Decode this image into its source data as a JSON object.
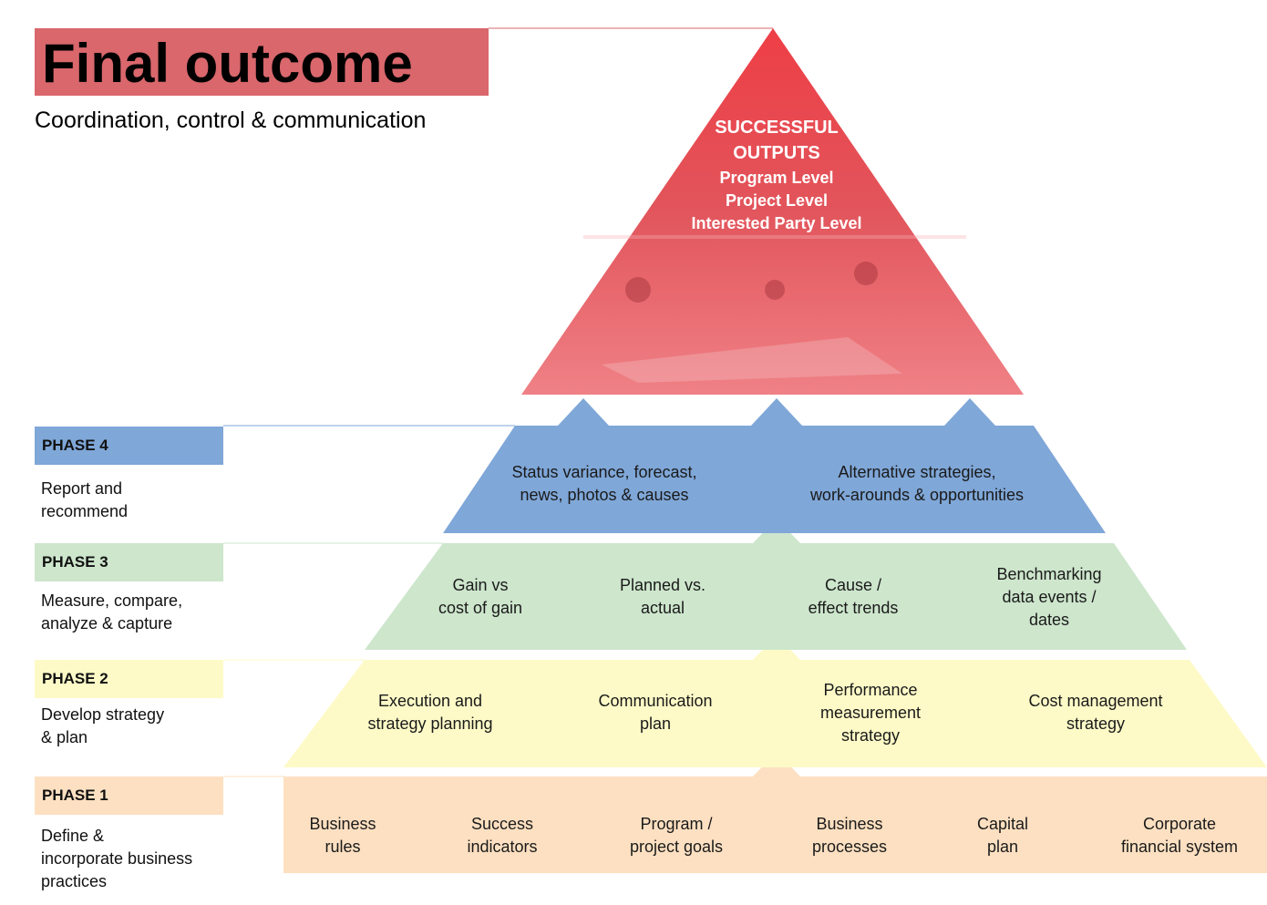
{
  "header": {
    "title": "Final outcome",
    "subtitle": "Coordination, control & communication"
  },
  "top": {
    "heading_line1": "SUCCESSFUL",
    "heading_line2": "OUTPUTS",
    "levels": [
      "Program Level",
      "Project Level",
      "Interested Party Level"
    ]
  },
  "phases": [
    {
      "label": "PHASE 4",
      "desc_lines": [
        "Report and",
        "recommend"
      ],
      "items": [
        [
          "Status variance, forecast,",
          "news, photos & causes"
        ],
        [
          "Alternative strategies,",
          "work-arounds & opportunities"
        ]
      ]
    },
    {
      "label": "PHASE 3",
      "desc_lines": [
        "Measure, compare,",
        "analyze & capture"
      ],
      "items": [
        [
          "Gain vs",
          "cost of gain"
        ],
        [
          "Planned vs.",
          "actual"
        ],
        [
          "Cause /",
          "effect trends"
        ],
        [
          "Benchmarking",
          "data events /",
          "dates"
        ]
      ]
    },
    {
      "label": "PHASE 2",
      "desc_lines": [
        "Develop strategy",
        "& plan"
      ],
      "items": [
        [
          "Execution and",
          "strategy planning"
        ],
        [
          "Communication",
          "plan"
        ],
        [
          "Performance",
          "measurement",
          "strategy"
        ],
        [
          "Cost management",
          "strategy"
        ]
      ]
    },
    {
      "label": "PHASE 1",
      "desc_lines": [
        "Define &",
        "incorporate business",
        "practices"
      ],
      "items": [
        [
          "Business",
          "rules"
        ],
        [
          "Success",
          "indicators"
        ],
        [
          "Program /",
          "project goals"
        ],
        [
          "Business",
          "processes"
        ],
        [
          "Capital",
          "plan"
        ],
        [
          "Corporate",
          "financial system"
        ]
      ]
    }
  ],
  "colors": {
    "title_bg": "#d9676c",
    "top_red": "#ee3e45",
    "phase4": "#7fa7d8",
    "phase3": "#cde6cc",
    "phase2": "#fdfac7",
    "phase1": "#fde0c1"
  }
}
